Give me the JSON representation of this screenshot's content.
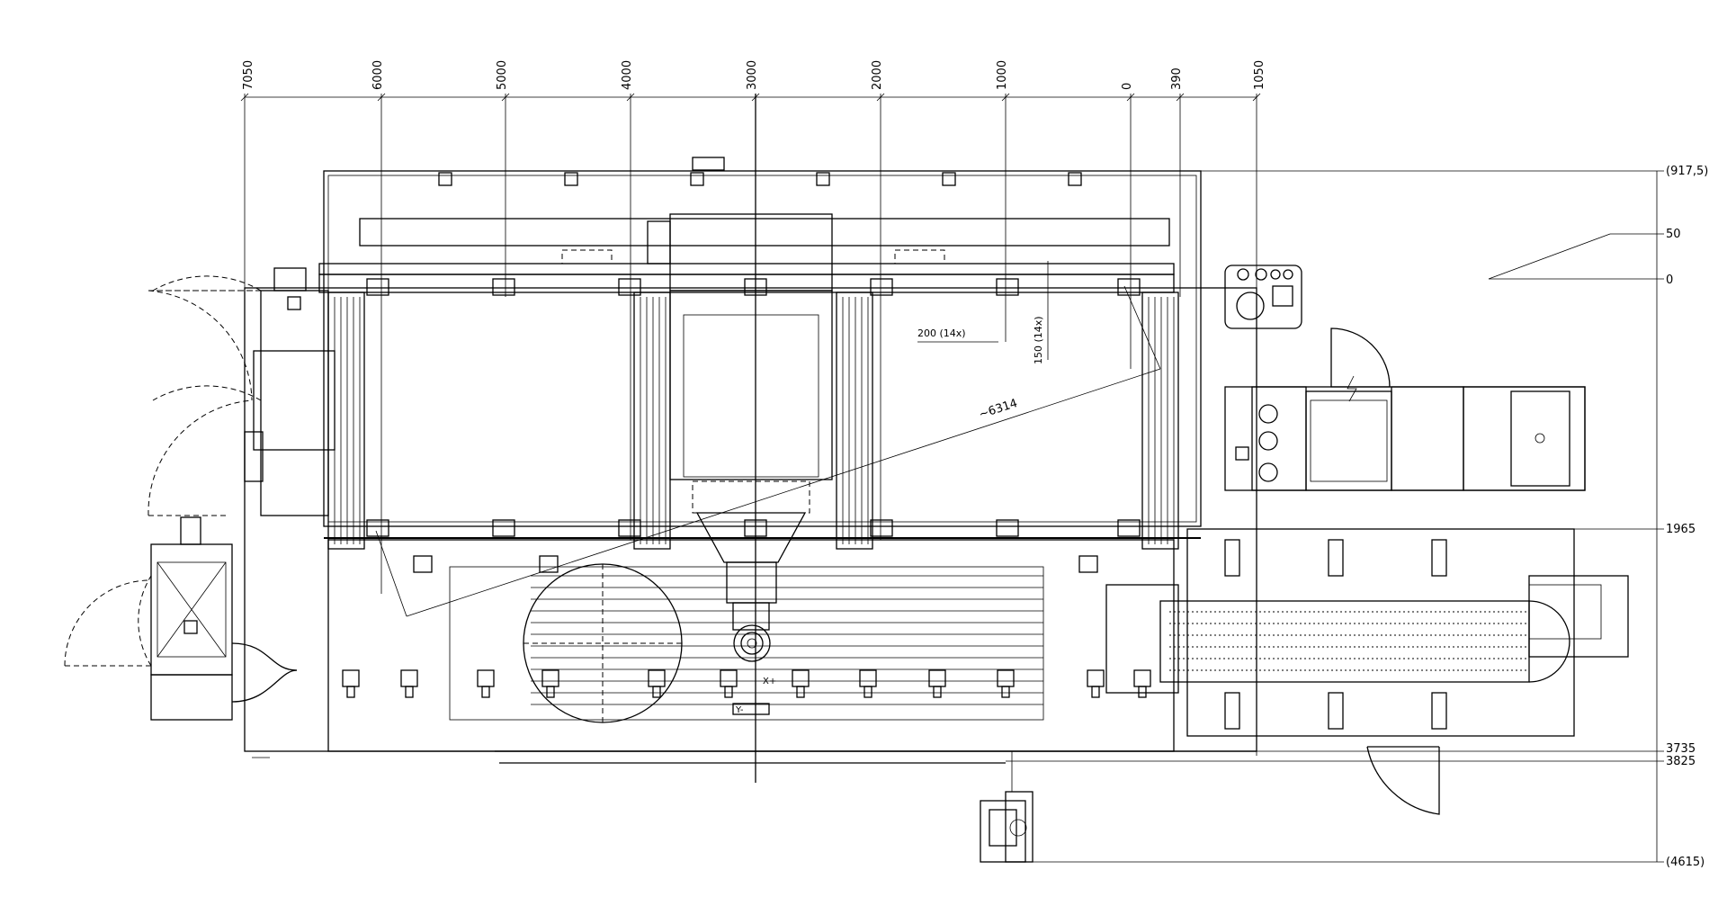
{
  "drawing": {
    "top_dimensions": [
      "7050",
      "6000",
      "5000",
      "4000",
      "3000",
      "2000",
      "1000",
      "0",
      "390",
      "1050"
    ],
    "right_dimensions": [
      "(917,5)",
      "50",
      "0",
      "1965",
      "3735",
      "3825",
      "(4615)"
    ],
    "annotations": {
      "spacing_x": "200 (14x)",
      "spacing_y": "150 (14x)",
      "diagonal": "~6314",
      "axis_x": "X+",
      "axis_y": "Y-"
    }
  }
}
